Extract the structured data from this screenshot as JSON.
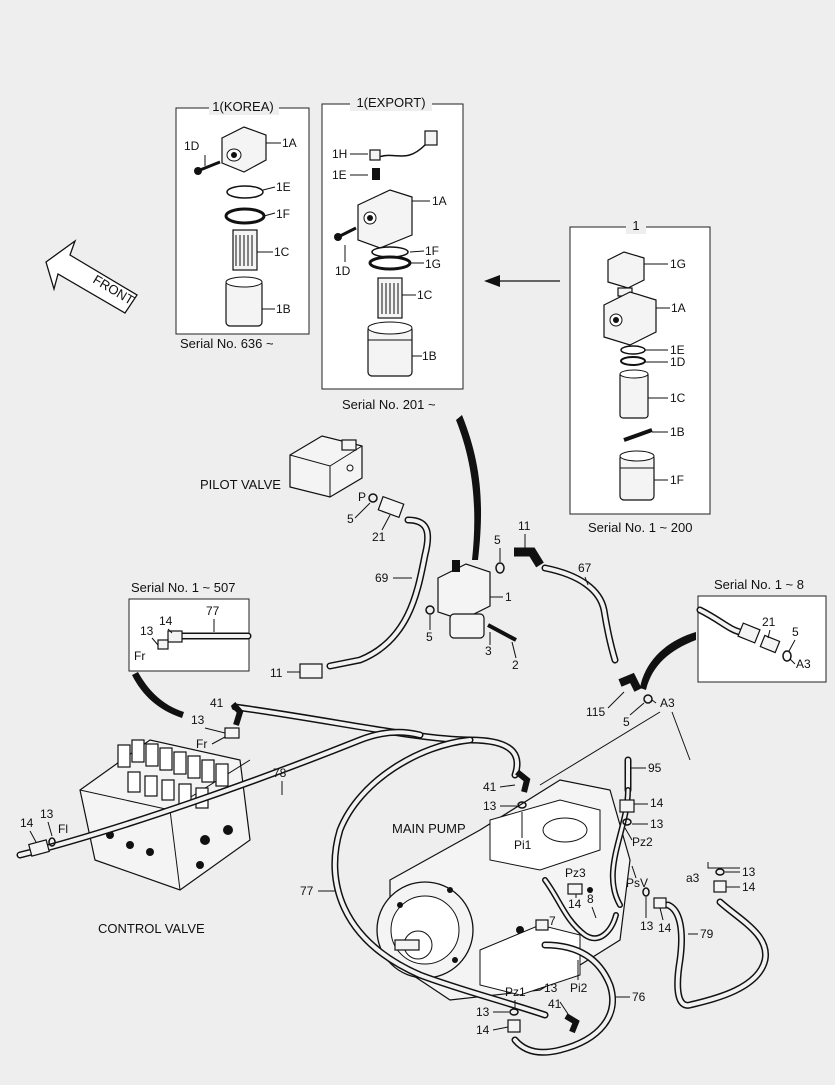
{
  "front_label": "FRONT",
  "groups": {
    "korea": {
      "title": "1(KOREA)",
      "serial": "Serial No. 636 ~",
      "labels": [
        "1D",
        "1A",
        "1E",
        "1F",
        "1C",
        "1B"
      ]
    },
    "export": {
      "title": "1(EXPORT)",
      "serial": "Serial No. 201 ~",
      "labels": [
        "1H",
        "1E",
        "1A",
        "1D",
        "1F",
        "1G",
        "1C",
        "1B"
      ]
    },
    "base": {
      "title": "1",
      "serial": "Serial No. 1 ~ 200",
      "labels": [
        "1G",
        "1A",
        "1E",
        "1D",
        "1C",
        "1B",
        "1F"
      ]
    },
    "detail_left": {
      "title": "Serial No. 1 ~ 507",
      "labels": [
        "77",
        "13",
        "14",
        "Fr"
      ]
    },
    "detail_right": {
      "title": "Serial No. 1 ~ 8",
      "labels": [
        "21",
        "5",
        "A3"
      ]
    }
  },
  "components": {
    "pilot_valve": "PILOT VALVE",
    "main_pump": "MAIN PUMP",
    "control_valve": "CONTROL VALVE"
  },
  "callouts": {
    "pilot": [
      "P",
      "5",
      "21",
      "69",
      "11"
    ],
    "center": [
      "5",
      "11",
      "1",
      "5",
      "3",
      "2",
      "67",
      "115",
      "5",
      "A3"
    ],
    "left": [
      "41",
      "13",
      "Fr",
      "78",
      "13",
      "14",
      "Fl"
    ],
    "pump": [
      "41",
      "13",
      "95",
      "14",
      "13",
      "Pi1",
      "Pz2",
      "Pz3",
      "14",
      "PsV",
      "8",
      "7",
      "a3",
      "13",
      "14",
      "13",
      "14",
      "79",
      "77",
      "13",
      "Pi2",
      "Pz1",
      "13",
      "41",
      "14",
      "76"
    ]
  }
}
